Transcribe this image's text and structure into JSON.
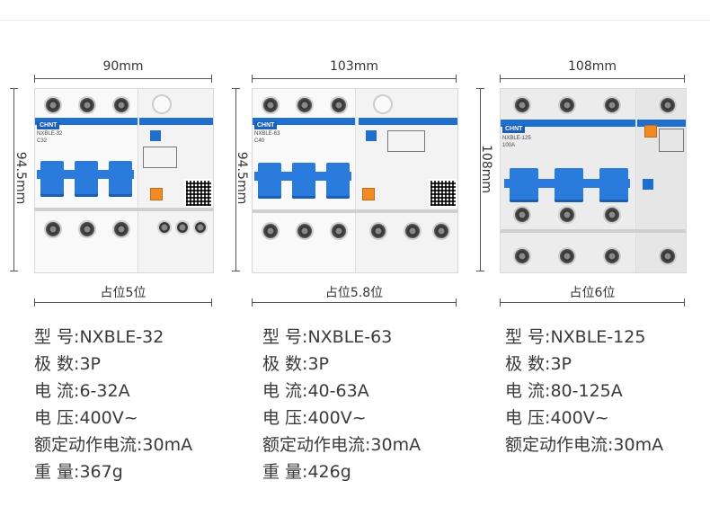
{
  "products": [
    {
      "width_label": "90mm",
      "height_label": "94.5mm",
      "slots_label": "占位5位",
      "brand": "CHNT",
      "model_label": "NXBLE-32",
      "rating_label": "C32",
      "specs": [
        {
          "key": "型  号:",
          "value": "NXBLE-32"
        },
        {
          "key": "极  数:",
          "value": "3P"
        },
        {
          "key": "电  流:",
          "value": "6-32A"
        },
        {
          "key": "电  压:",
          "value": "400V~"
        },
        {
          "key": "额定动作电流:",
          "value": "30mA"
        },
        {
          "key": "重  量:",
          "value": "367g"
        }
      ]
    },
    {
      "width_label": "103mm",
      "height_label": "94.5mm",
      "slots_label": "占位5.8位",
      "brand": "CHNT",
      "model_label": "NXBLE-63",
      "rating_label": "C40",
      "specs": [
        {
          "key": "型  号:",
          "value": "NXBLE-63"
        },
        {
          "key": "极  数:",
          "value": "3P"
        },
        {
          "key": "电  流:",
          "value": "40-63A"
        },
        {
          "key": "电  压:",
          "value": "400V~"
        },
        {
          "key": "额定动作电流:",
          "value": "30mA"
        },
        {
          "key": "重  量:",
          "value": "426g"
        }
      ]
    },
    {
      "width_label": "108mm",
      "height_label": "108mm",
      "slots_label": "占位6位",
      "brand": "CHNT",
      "model_label": "NXBLE-125",
      "rating_label": "100A",
      "specs": [
        {
          "key": "型  号:",
          "value": "NXBLE-125"
        },
        {
          "key": "极  数:",
          "value": "3P"
        },
        {
          "key": "电  流:",
          "value": "80-125A"
        },
        {
          "key": "电  压:",
          "value": "400V~"
        },
        {
          "key": "额定动作电流:",
          "value": "30mA"
        }
      ]
    }
  ],
  "colors": {
    "accent_blue": "#2a7bdc",
    "test_orange": "#f08a24"
  }
}
